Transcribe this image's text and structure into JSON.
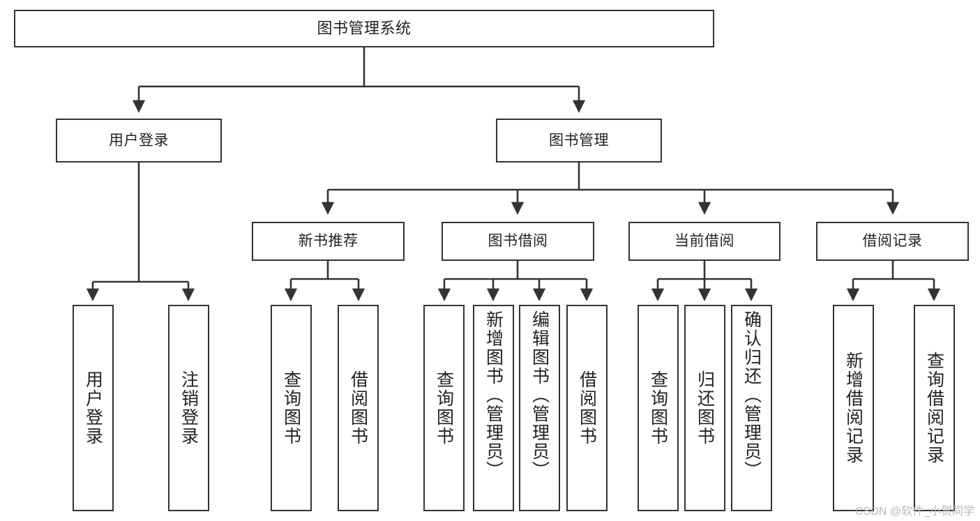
{
  "diagram": {
    "title": "图书管理系统",
    "type": "tree",
    "colors": {
      "box_border": "#333333",
      "box_fill": "#ffffff",
      "connector": "#333333",
      "text": "#222222",
      "watermark": "#b9b9b9",
      "background": "#ffffff"
    },
    "root": {
      "label": "图书管理系统"
    },
    "level2": [
      {
        "id": "user-login",
        "label": "用户登录"
      },
      {
        "id": "book-manage",
        "label": "图书管理"
      }
    ],
    "level3": [
      {
        "id": "new-book-rec",
        "label": "新书推荐"
      },
      {
        "id": "book-borrow",
        "label": "图书借阅"
      },
      {
        "id": "current-borrow",
        "label": "当前借阅"
      },
      {
        "id": "borrow-record",
        "label": "借阅记录"
      }
    ],
    "leaves": {
      "user-login": [
        {
          "id": "leaf-user-login",
          "label": "用户登录"
        },
        {
          "id": "leaf-logout",
          "label": "注销登录"
        }
      ],
      "new-book-rec": [
        {
          "id": "leaf-query-book-1",
          "label": "查询图书"
        },
        {
          "id": "leaf-borrow-book-1",
          "label": "借阅图书"
        }
      ],
      "book-borrow": [
        {
          "id": "leaf-query-book-2",
          "label": "查询图书"
        },
        {
          "id": "leaf-add-book",
          "label": "新增图书（管理员）"
        },
        {
          "id": "leaf-edit-book",
          "label": "编辑图书（管理员）"
        },
        {
          "id": "leaf-borrow-book-2",
          "label": "借阅图书"
        }
      ],
      "current-borrow": [
        {
          "id": "leaf-query-book-3",
          "label": "查询图书"
        },
        {
          "id": "leaf-return-book",
          "label": "归还图书"
        },
        {
          "id": "leaf-confirm-return",
          "label": "确认归还（管理员）"
        }
      ],
      "borrow-record": [
        {
          "id": "leaf-add-record",
          "label": "新增借阅记录"
        },
        {
          "id": "leaf-query-record",
          "label": "查询借阅记录"
        }
      ]
    }
  },
  "watermark": {
    "text": "CSDN @软件_小贺同学"
  }
}
